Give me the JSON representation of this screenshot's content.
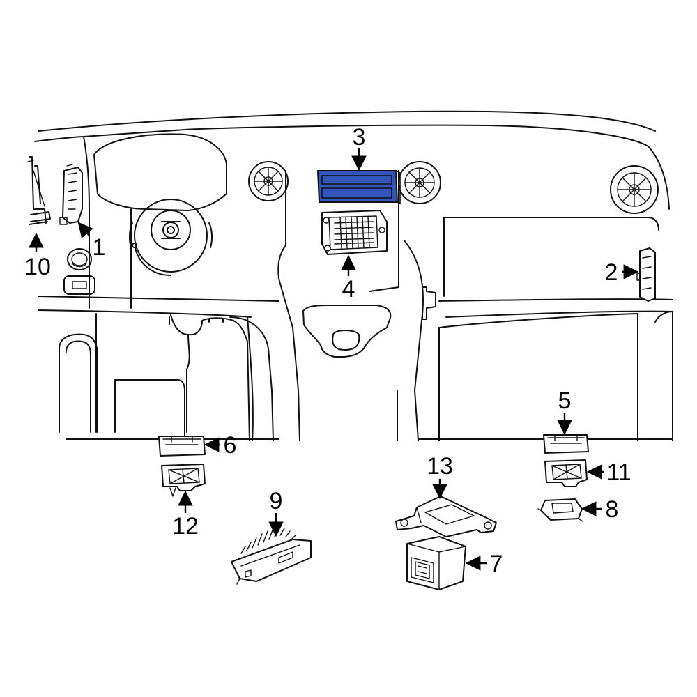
{
  "diagram": {
    "highlight_color": "#3355bb",
    "callouts": [
      {
        "id": "1",
        "text": "1"
      },
      {
        "id": "2",
        "text": "2"
      },
      {
        "id": "3",
        "text": "3"
      },
      {
        "id": "4",
        "text": "4"
      },
      {
        "id": "5",
        "text": "5"
      },
      {
        "id": "6",
        "text": "6"
      },
      {
        "id": "7",
        "text": "7"
      },
      {
        "id": "8",
        "text": "8"
      },
      {
        "id": "9",
        "text": "9"
      },
      {
        "id": "10",
        "text": "10"
      },
      {
        "id": "11",
        "text": "11"
      },
      {
        "id": "12",
        "text": "12"
      },
      {
        "id": "13",
        "text": "13"
      }
    ]
  }
}
